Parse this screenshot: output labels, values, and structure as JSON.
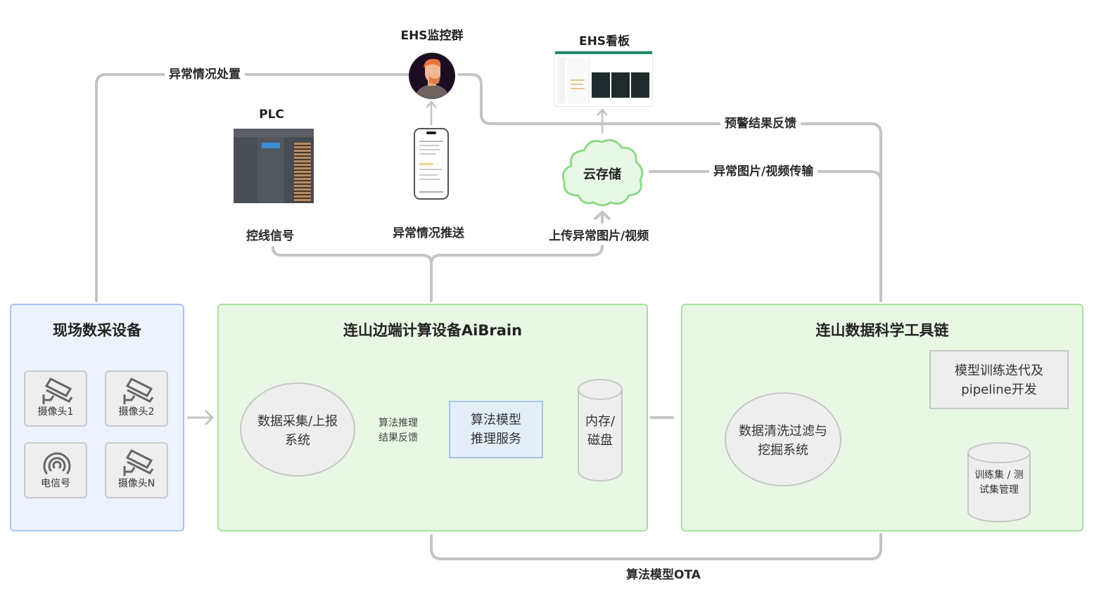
{
  "top": {
    "ehs_group_label": "EHS监控群",
    "ehs_board_label": "EHS看板",
    "plc_label": "PLC",
    "cloud_label": "云存储"
  },
  "edges": {
    "abnormal_handling": "异常情况处置",
    "warning_feedback": "预警结果反馈",
    "abnormal_media_transfer": "异常图片/视频传输",
    "control_signal": "控线信号",
    "abnormal_push": "异常情况推送",
    "upload_media": "上传异常图片/视频",
    "model_ota": "算法模型OTA",
    "inference_feedback_line1": "算法推理",
    "inference_feedback_line2": "结果反馈"
  },
  "field_devices": {
    "title": "现场数采设备",
    "items": [
      {
        "label": "摄像头1",
        "icon": "camera-icon"
      },
      {
        "label": "摄像头2",
        "icon": "camera-icon"
      },
      {
        "label": "电信号",
        "icon": "signal-icon"
      },
      {
        "label": "摄像头N",
        "icon": "camera-icon"
      }
    ]
  },
  "edge_device": {
    "title": "连山边端计算设备AiBrain",
    "collector_line1": "数据采集/上报",
    "collector_line2": "系统",
    "model_line1": "算法模型",
    "model_line2": "推理服务",
    "storage_line1": "内存/",
    "storage_line2": "磁盘"
  },
  "toolchain": {
    "title": "连山数据科学工具链",
    "cleaning_line1": "数据清洗过滤与",
    "cleaning_line2": "挖掘系统",
    "training_line1": "模型训练迭代及",
    "training_line2": "pipeline开发",
    "dataset_line1": "训练集 / 测",
    "dataset_line2": "试集管理"
  },
  "colors": {
    "line": "#c2c4c8",
    "blue_panel": "#edf3fe",
    "green_panel": "#e9f8e5",
    "cloud_stroke": "#8fd88a"
  }
}
